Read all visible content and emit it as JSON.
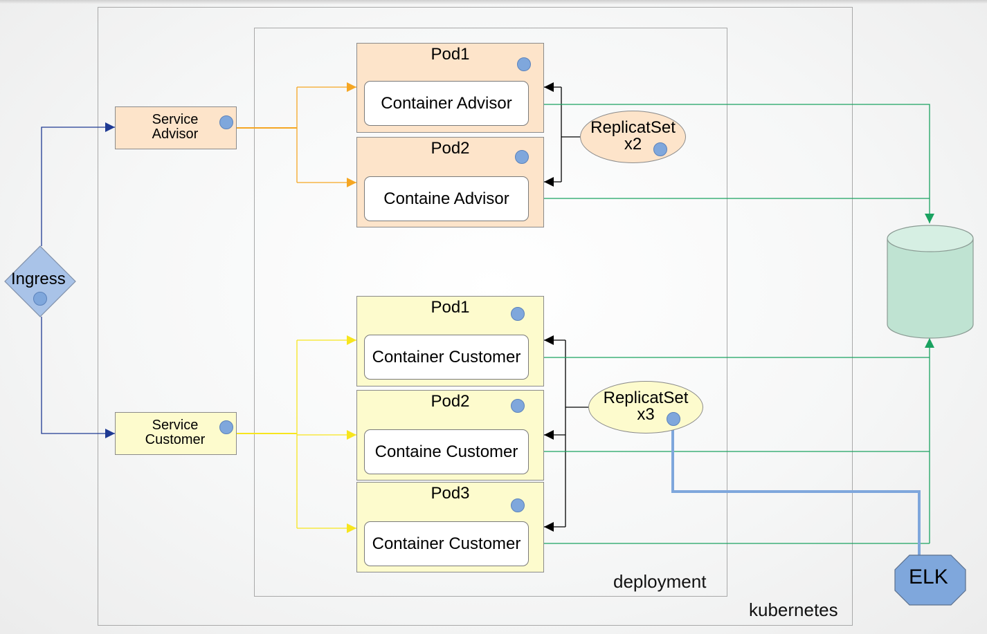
{
  "frames": {
    "kubernetes_label": "kubernetes",
    "deployment_label": "deployment"
  },
  "ingress": {
    "label": "Ingress"
  },
  "services": {
    "advisor": [
      "Service",
      "Advisor"
    ],
    "customer": [
      "Service",
      "Customer"
    ]
  },
  "advisor_pods": [
    {
      "title": "Pod1",
      "container": "Container Advisor"
    },
    {
      "title": "Pod2",
      "container": "Containe Advisor"
    }
  ],
  "customer_pods": [
    {
      "title": "Pod1",
      "container": "Container Customer"
    },
    {
      "title": "Pod2",
      "container": "Containe Customer"
    },
    {
      "title": "Pod3",
      "container": "Container Customer"
    }
  ],
  "replicasets": {
    "advisor": [
      "ReplicatSet",
      "x2"
    ],
    "customer": [
      "ReplicatSet",
      "x3"
    ]
  },
  "elk": {
    "label": "ELK"
  },
  "colors": {
    "advisor_fill": "#fde4ca",
    "customer_fill": "#fdfbcd",
    "ingress_arrow": "#1f3a93",
    "advisor_arrow": "#f5a623",
    "customer_arrow": "#f7e51d",
    "log_line": "#1aa260",
    "elk_line": "#7fa7dc",
    "database_fill": "#bfe3d2",
    "port_dot": "#7fa7dc"
  },
  "icons": {
    "port": "circle-port-icon",
    "database": "cylinder-database-icon",
    "ingress": "diamond-icon",
    "elk": "octagon-icon"
  }
}
